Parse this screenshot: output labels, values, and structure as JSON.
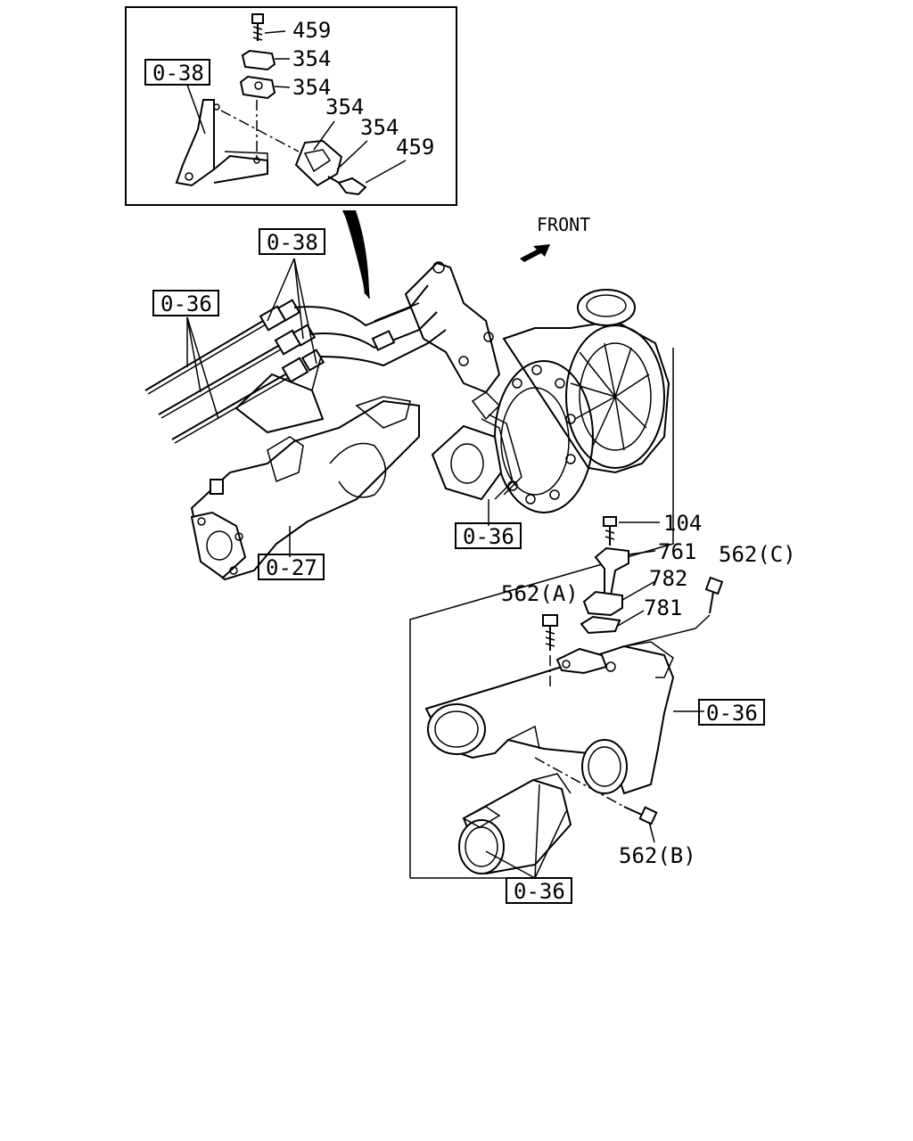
{
  "labels": {
    "front": "FRONT",
    "p459_top": "459",
    "p354_a": "354",
    "p354_b": "354",
    "p354_c": "354",
    "p354_d": "354",
    "p459_bolt": "459",
    "ref038_inset": "0-38",
    "ref038_main": "0-38",
    "ref036_pipes": "0-36",
    "ref036_turbo": "0-36",
    "ref027": "0-27",
    "p104": "104",
    "p761": "761",
    "p782": "782",
    "p781": "781",
    "p562a": "562(A)",
    "p562c": "562(C)",
    "p562b": "562(B)",
    "ref036_housing": "0-36",
    "ref036_hose": "0-36"
  }
}
